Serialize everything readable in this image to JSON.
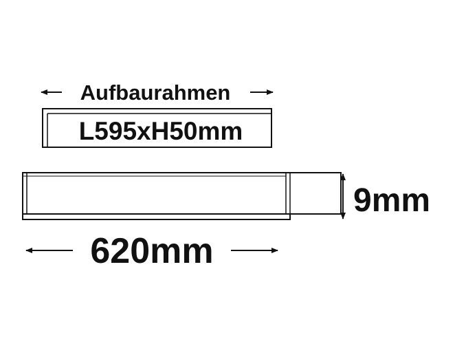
{
  "frame_label": "Aufbaurahmen",
  "frame_size": "L595xH50mm",
  "height_label": "9mm",
  "length_label": "620mm",
  "colors": {
    "line": "#111111",
    "background": "#ffffff"
  }
}
